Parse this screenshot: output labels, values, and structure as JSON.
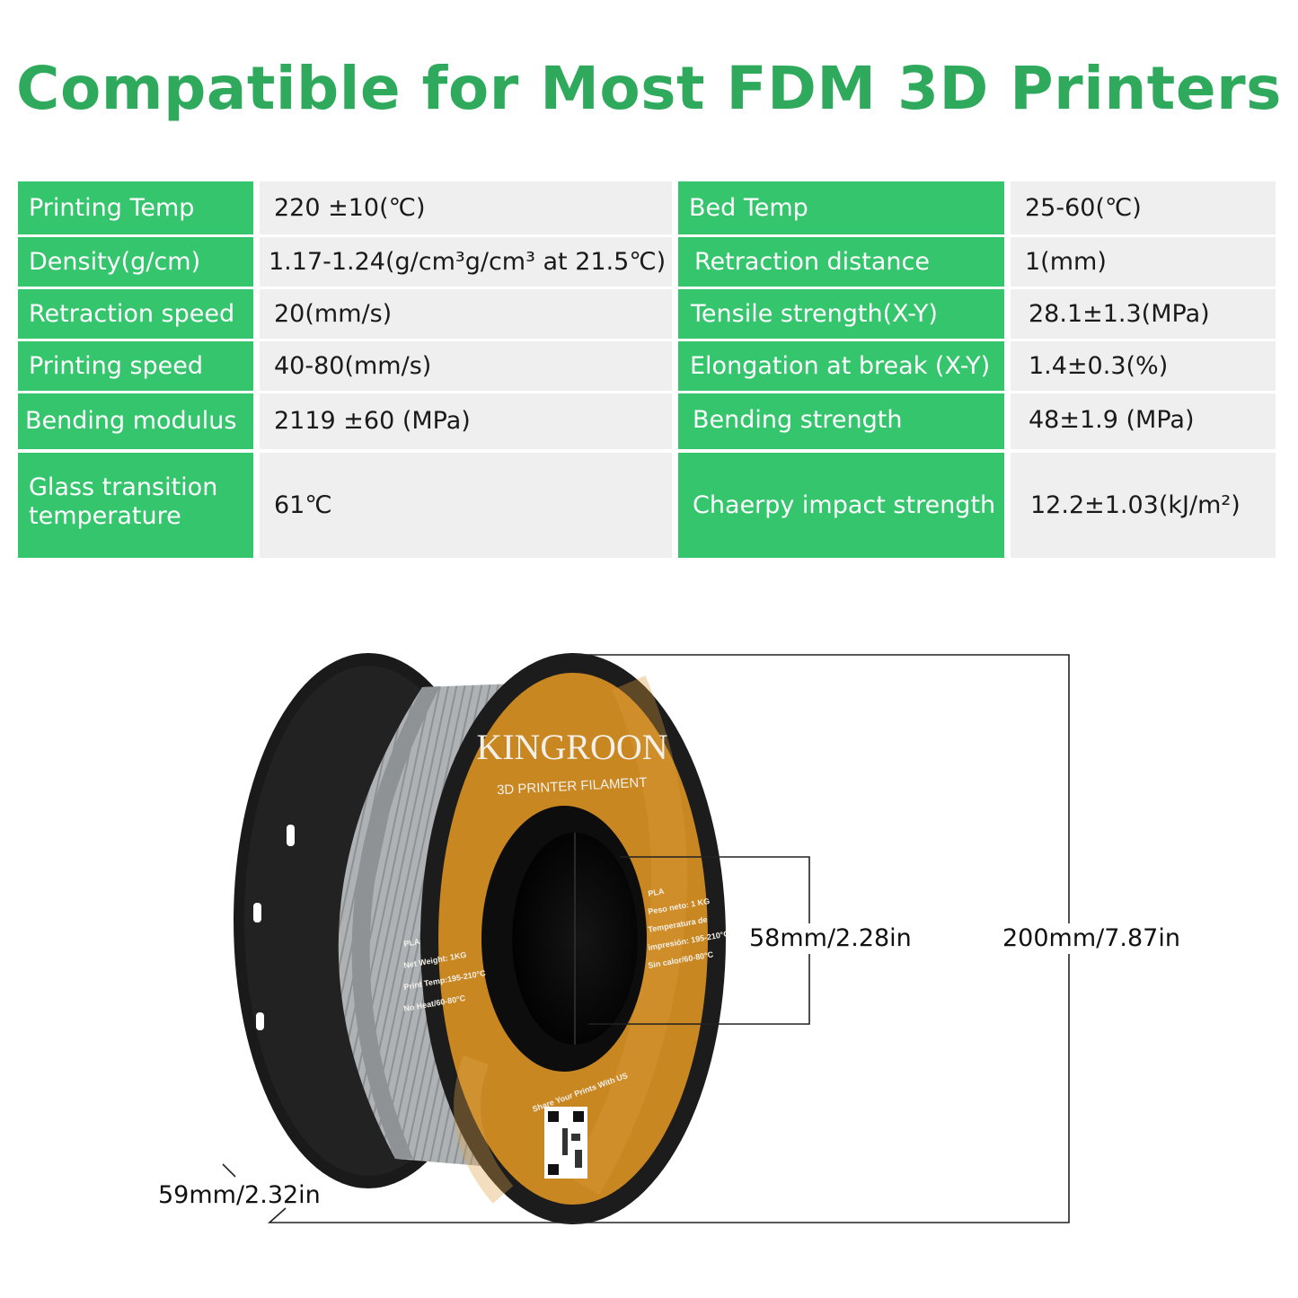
{
  "title": "Compatible for Most FDM 3D Printers",
  "specs": {
    "rows": [
      {
        "left_label": "Printing Temp",
        "left_value": "220 ±10(℃)",
        "right_label": "Bed Temp",
        "right_value": "25-60(℃)"
      },
      {
        "left_label": "Density(g/cm)",
        "left_value": "1.17-1.24(g/cm³g/cm³ at 21.5℃)",
        "right_label": "Retraction distance",
        "right_value": "1(mm)"
      },
      {
        "left_label": "Retraction speed",
        "left_value": "20(mm/s)",
        "right_label": "Tensile strength(X-Y)",
        "right_value": "28.1±1.3(MPa)"
      },
      {
        "left_label": "Printing speed",
        "left_value": "40-80(mm/s)",
        "right_label": "Elongation at break (X-Y)",
        "right_value": "1.4±0.3(%)"
      },
      {
        "left_label": "Bending modulus",
        "left_value": "2119 ±60 (MPa)",
        "right_label": "Bending strength",
        "right_value": "48±1.9 (MPa)"
      },
      {
        "left_label": "Glass transition temperature",
        "left_value": "61℃",
        "right_label": "Chaerpy impact strength",
        "right_value": "12.2±1.03(kJ/m²)"
      }
    ]
  },
  "spool": {
    "brand": "KINGROON",
    "subtitle": "3D PRINTER FILAMENT",
    "label_left": [
      "PLA",
      "Net Weight: 1KG",
      "Print Temp:195-210°C",
      "No Heat/60-80°C"
    ],
    "label_right": [
      "PLA",
      "Peso neto: 1 KG",
      "Temperatura de",
      "impresión: 195-210°C",
      "Sin calor/60-80°C"
    ],
    "share_text": "Share Your Prints With US",
    "filament_color": "#a8acaf",
    "label_color": "#c98722",
    "flange_color": "#1c1c1c"
  },
  "dimensions": {
    "inner": "58mm/2.28in",
    "outer": "200mm/7.87in",
    "width": "59mm/2.32in"
  },
  "colors": {
    "title_green": "#2faa5c",
    "label_green": "#35c56d",
    "value_gray": "#efefef"
  }
}
